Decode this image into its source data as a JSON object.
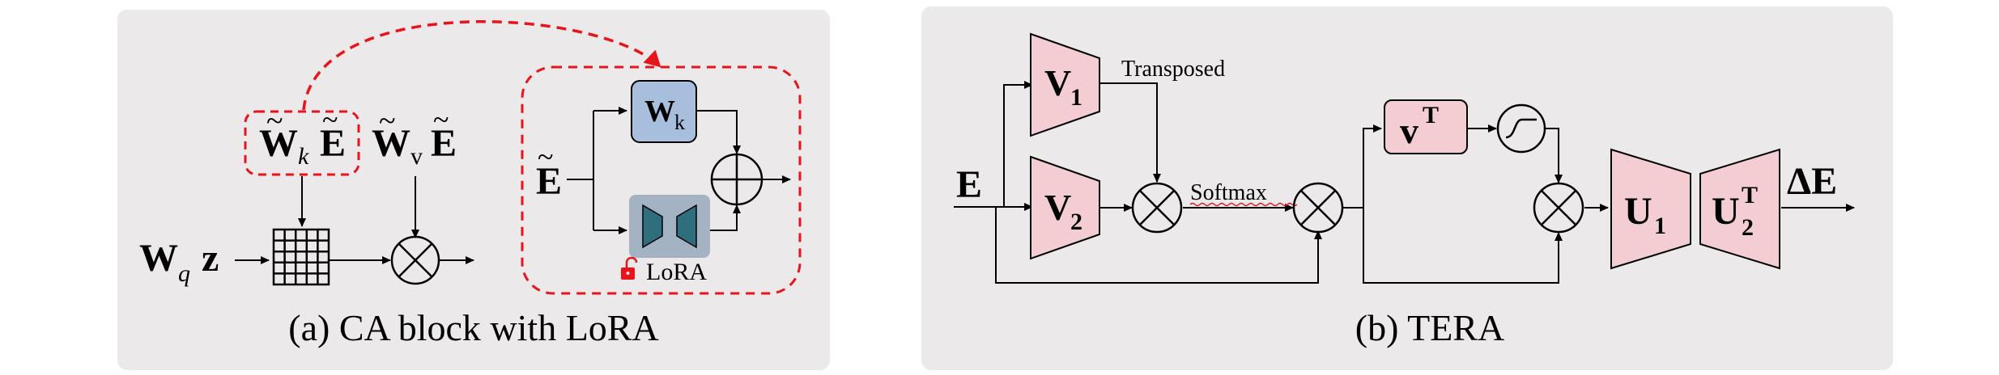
{
  "panel_a": {
    "caption": "(a) CA block with LoRA",
    "wk_sym": "W",
    "wk_sub": "k",
    "wv_sym": "W",
    "wv_sub": "v",
    "e_sym": "E",
    "wq_sym": "W",
    "wq_sub": "q",
    "z_sym": "z",
    "inner_e": "E",
    "inner_w": "W",
    "inner_w_sub": "k",
    "lora_label": "LoRA"
  },
  "panel_b": {
    "caption": "(b) TERA",
    "input_label": "E",
    "v1_label": "V",
    "v1_sub": "1",
    "v2_label": "V",
    "v2_sub": "2",
    "transposed_label": "Transposed",
    "softmax_label": "Softmax",
    "vt_label": "v",
    "vt_sup": "T",
    "u1_label": "U",
    "u1_sub": "1",
    "u2_label": "U",
    "u2_sub": "2",
    "u2_sup": "T",
    "output_label": "ΔE"
  },
  "colors": {
    "panel_bg": "#ece9ea",
    "red_dash": "#e8141c",
    "pink": "#f4cdd2",
    "blue": "#a7bfdc",
    "lora_bg": "#a3b3c3",
    "lora_shape": "#2f6f7d"
  }
}
